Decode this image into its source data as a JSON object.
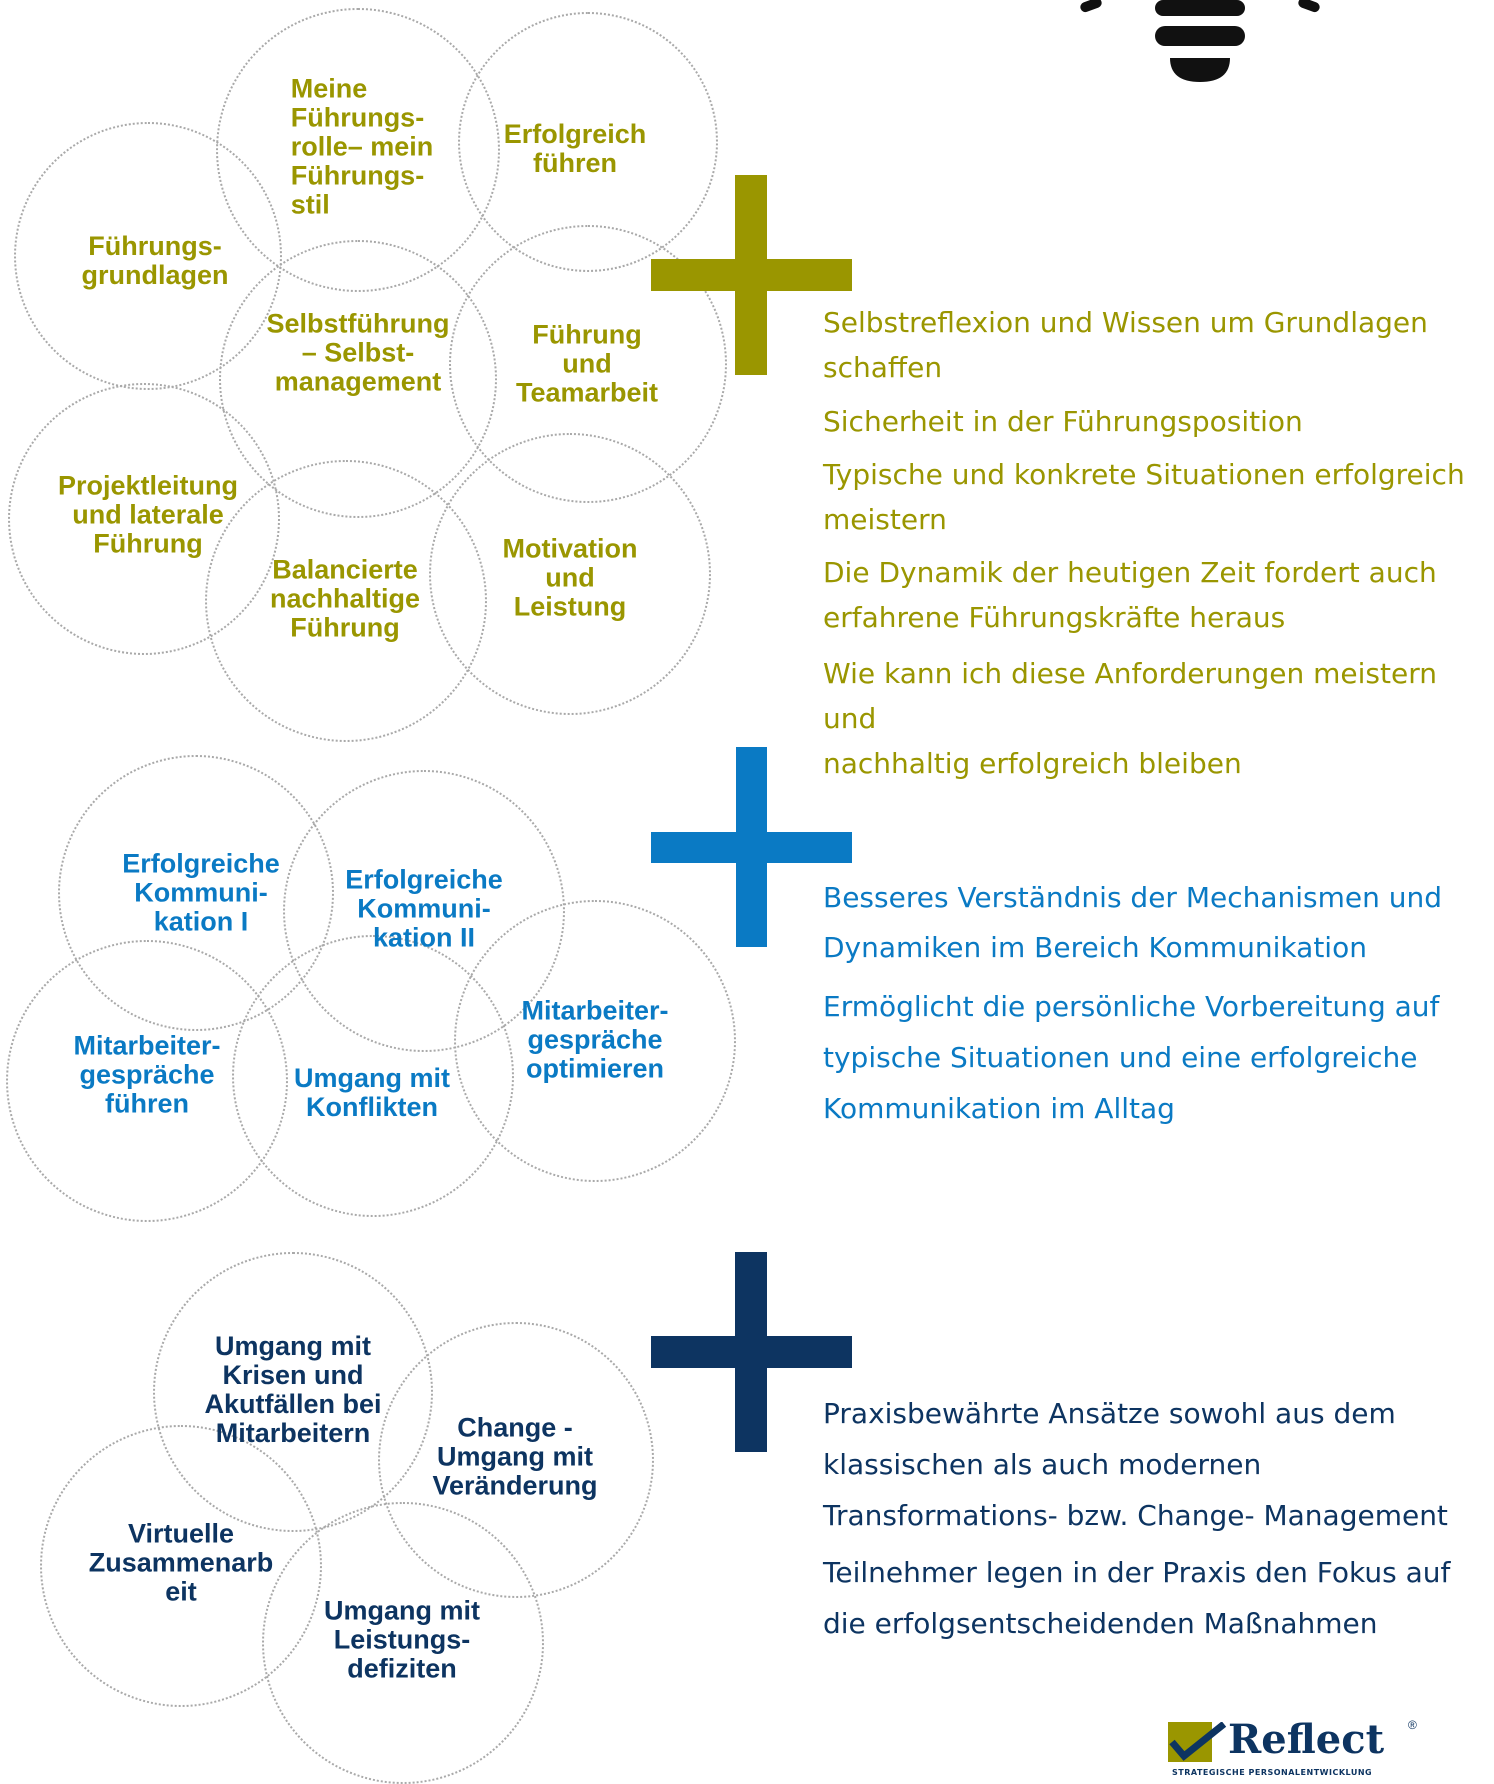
{
  "colors": {
    "olive": "#9a9600",
    "blue": "#0a7ac4",
    "navy": "#0d3461",
    "circle_border": "#a9a9a9"
  },
  "section1": {
    "topics": [
      "Meine\nFührungs-\nrolle– mein\nFührungs-\nstil",
      "Erfolgreich\nführen",
      "Führungs-\ngrundlagen",
      "Selbstführung\n– Selbst-\nmanagement",
      "Führung\nund\nTeamarbeit",
      "Projektleitung\nund laterale\nFührung",
      "Balancierte\nnachhaltige\nFührung",
      "Motivation\nund\nLeistung"
    ],
    "benefits": [
      "Selbstreflexion und Wissen um Grundlagen\nschaffen",
      "Sicherheit in der Führungsposition",
      "Typische und konkrete Situationen erfolgreich\nmeistern",
      "Die Dynamik der heutigen Zeit fordert auch\nerfahrene Führungskräfte heraus",
      "Wie kann ich diese Anforderungen meistern und\nnachhaltig erfolgreich bleiben"
    ]
  },
  "section2": {
    "topics": [
      "Erfolgreiche\nKommuni-\nkation I",
      "Erfolgreiche\nKommuni-\nkation II",
      "Mitarbeiter-\ngespräche\noptimieren",
      "Mitarbeiter-\ngespräche\nführen",
      "Umgang mit\nKonflikten"
    ],
    "benefits": [
      "Besseres Verständnis der Mechanismen und\nDynamiken im Bereich Kommunikation",
      "Ermöglicht die persönliche Vorbereitung auf\ntypische Situationen und eine erfolgreiche\nKommunikation im Alltag"
    ]
  },
  "section3": {
    "topics": [
      "Umgang mit\nKrisen und\nAkutfällen bei\nMitarbeitern",
      "Change -\nUmgang mit\nVeränderung",
      "Virtuelle\nZusammenarb\neit",
      "Umgang mit\nLeistungs-\ndefiziten"
    ],
    "benefits": [
      "Praxisbewährte Ansätze sowohl aus dem\nklassischen als auch modernen\nTransformations- bzw. Change- Management",
      "Teilnehmer legen in der Praxis den Fokus auf\ndie erfolgsentscheidenden Maßnahmen"
    ]
  },
  "logo": {
    "brand": "Reflect",
    "registered": "®",
    "tagline": "STRATEGISCHE PERSONALENTWICKLUNG"
  }
}
